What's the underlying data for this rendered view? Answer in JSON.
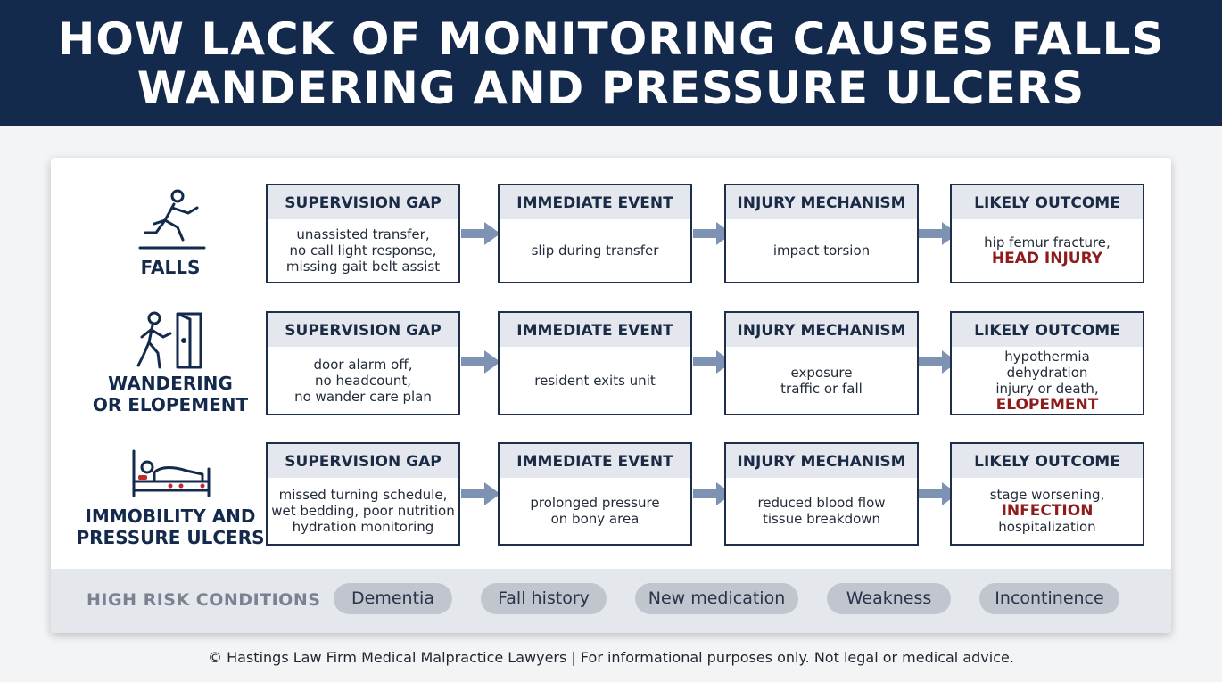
{
  "header": {
    "line1": "HOW LACK OF MONITORING CAUSES FALLS",
    "line2": "WANDERING AND PRESSURE ULCERS"
  },
  "rows": [
    {
      "label": [
        "FALLS"
      ],
      "icon": "falling-person-icon",
      "steps": [
        {
          "title": "SUPERVISION GAP",
          "lines": [
            "unassisted transfer,",
            "no call light response,",
            "missing gait belt assist"
          ],
          "emphasis": ""
        },
        {
          "title": "IMMEDIATE EVENT",
          "lines": [
            "slip during transfer"
          ],
          "emphasis": ""
        },
        {
          "title": "INJURY MECHANISM",
          "lines": [
            "impact torsion"
          ],
          "emphasis": ""
        },
        {
          "title": "LIKELY OUTCOME",
          "lines": [
            "hip femur fracture,"
          ],
          "emphasis": "HEAD INJURY"
        }
      ]
    },
    {
      "label": [
        "WANDERING",
        "OR ELOPEMENT"
      ],
      "icon": "person-exiting-door-icon",
      "steps": [
        {
          "title": "SUPERVISION GAP",
          "lines": [
            "door alarm off,",
            "no headcount,",
            "no wander care plan"
          ],
          "emphasis": ""
        },
        {
          "title": "IMMEDIATE EVENT",
          "lines": [
            "resident exits unit"
          ],
          "emphasis": ""
        },
        {
          "title": "INJURY MECHANISM",
          "lines": [
            "exposure",
            "traffic or fall"
          ],
          "emphasis": ""
        },
        {
          "title": "LIKELY OUTCOME",
          "lines": [
            "hypothermia",
            "dehydration",
            "injury or death,"
          ],
          "emphasis": "ELOPEMENT"
        }
      ]
    },
    {
      "label": [
        "IMMOBILITY AND",
        "PRESSURE ULCERS"
      ],
      "icon": "patient-in-bed-icon",
      "steps": [
        {
          "title": "SUPERVISION GAP",
          "lines": [
            "missed turning schedule,",
            "wet bedding, poor nutrition",
            "hydration monitoring"
          ],
          "emphasis": ""
        },
        {
          "title": "IMMEDIATE EVENT",
          "lines": [
            "prolonged pressure",
            "on bony area"
          ],
          "emphasis": ""
        },
        {
          "title": "INJURY MECHANISM",
          "lines": [
            "reduced blood flow",
            "tissue breakdown"
          ],
          "emphasis": ""
        },
        {
          "title": "LIKELY OUTCOME",
          "lines": [
            "stage worsening,"
          ],
          "emphasis": "INFECTION",
          "after": "hospitalization"
        }
      ]
    }
  ],
  "risk": {
    "title": "HIGH RISK CONDITIONS",
    "items": [
      "Dementia",
      "Fall history",
      "New medication",
      "Weakness",
      "Incontinence"
    ]
  },
  "footer": "© Hastings Law Firm Medical Malpractice Lawyers | For informational purposes only. Not legal or medical advice.",
  "colors": {
    "header_bg": "#142a4c",
    "emphasis": "#8e1c1c",
    "arrow": "#7e93b3"
  }
}
